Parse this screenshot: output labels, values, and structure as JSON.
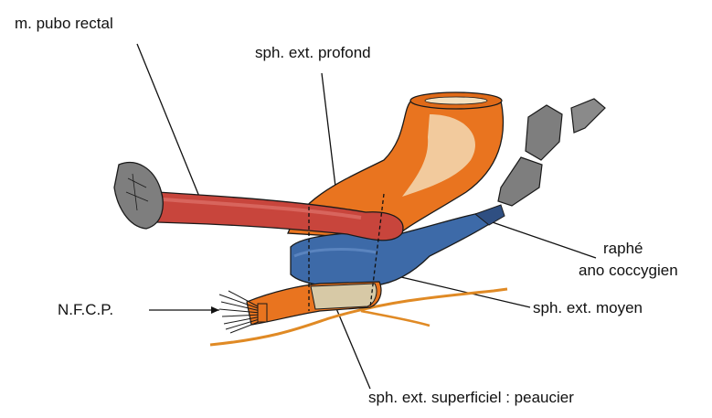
{
  "labels": {
    "pubo_rectal": "m. pubo rectal",
    "ext_profond": "sph. ext. profond",
    "raphe_line1": "raphé",
    "raphe_line2": "ano coccygien",
    "nfcp": "N.F.C.P.",
    "ext_moyen": "sph. ext. moyen",
    "ext_superficiel": "sph. ext. superficiel : peaucier"
  },
  "colors": {
    "orange_tube": "#e9741f",
    "tube_highlight": "#f3d9b4",
    "red_muscle": "#c8453c",
    "blue_muscle": "#3d6aa8",
    "bone_grey": "#7e7e7e",
    "tan_fascia": "#d7c9a6",
    "outline": "#1a1a1a"
  },
  "icons": {
    "pubis_bone": "bone-fragment",
    "coccyx": "coccyx-segments",
    "nerve": "nerve-bundle"
  }
}
